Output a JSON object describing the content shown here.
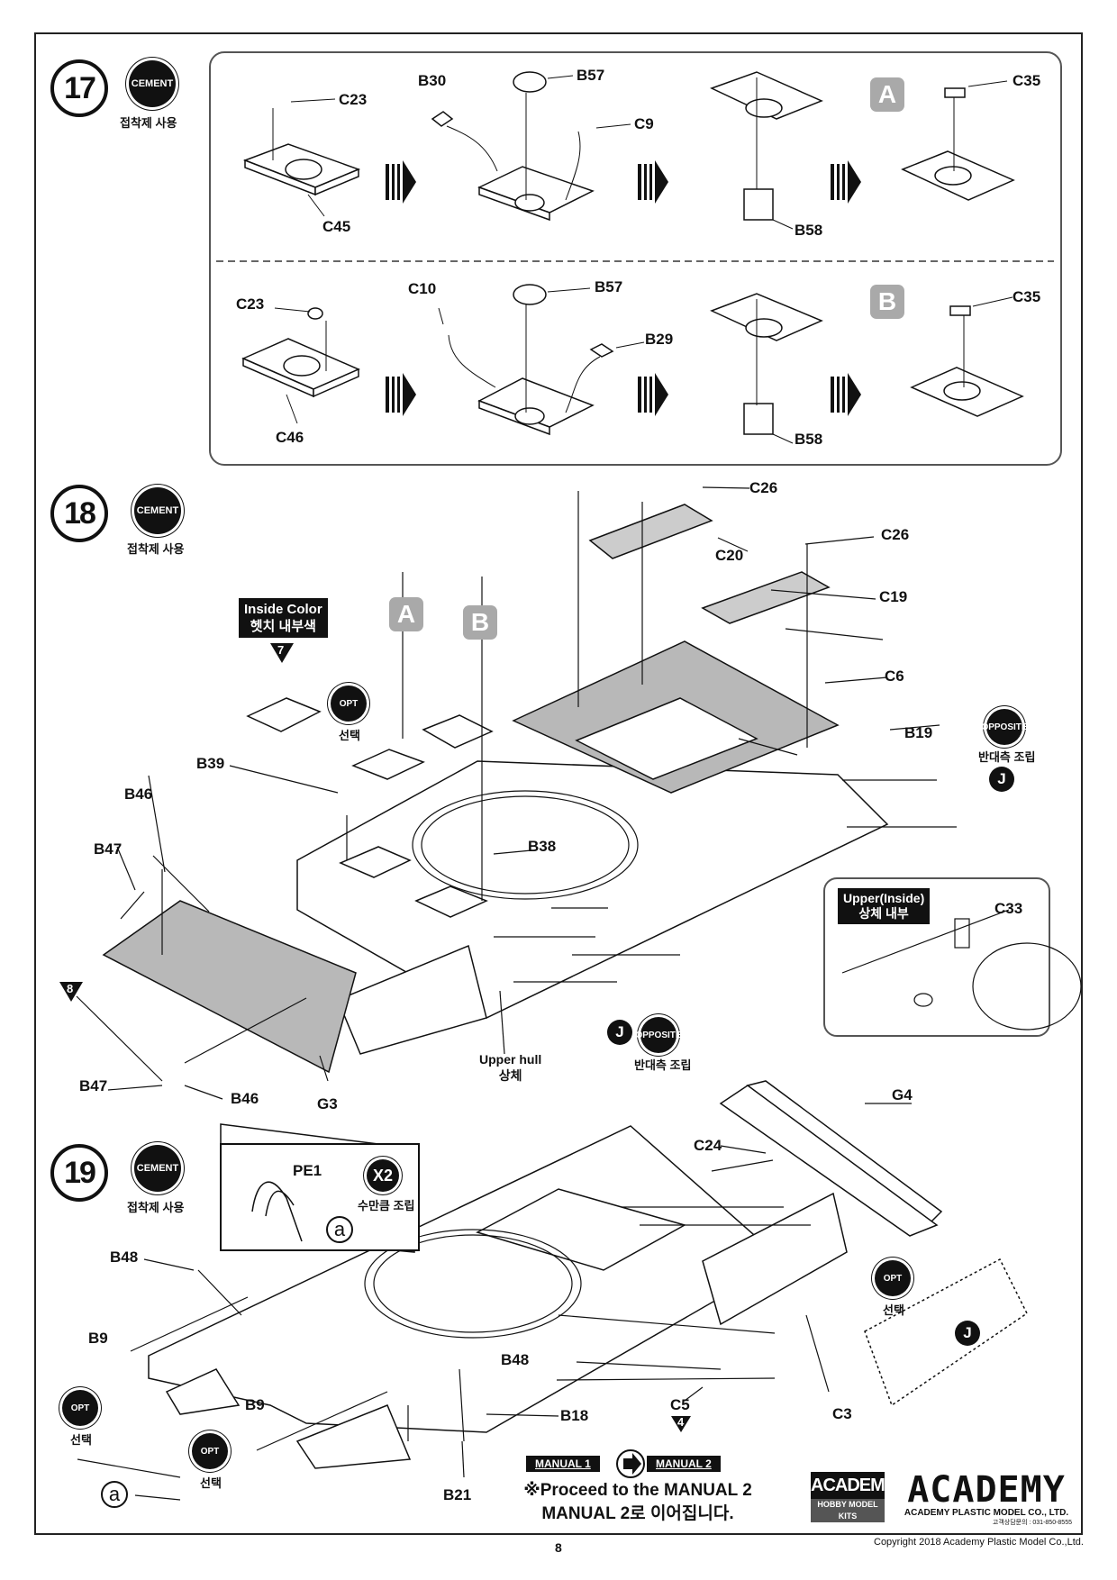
{
  "page": {
    "number": "8",
    "copyright": "Copyright 2018 Academy Plastic Model Co.,Ltd."
  },
  "common": {
    "cement": "CEMENT",
    "cement_kr": "접착제 사용",
    "opt": "OPT",
    "opt_kr": "선택",
    "opposite": "OPPOSITE",
    "opposite_kr": "반대측 조립",
    "j": "J"
  },
  "step17": {
    "number": "17",
    "variant_a": "A",
    "variant_b": "B",
    "row_a": {
      "c23": "C23",
      "c45": "C45",
      "b30": "B30",
      "b57": "B57",
      "c9": "C9",
      "b58": "B58",
      "c35": "C35"
    },
    "row_b": {
      "c23": "C23",
      "c46": "C46",
      "c10": "C10",
      "b57": "B57",
      "b29": "B29",
      "b58": "B58",
      "c35": "C35"
    }
  },
  "step18": {
    "number": "18",
    "inside_color": "Inside Color",
    "inside_color_kr": "헷치 내부색",
    "color_7": "7",
    "color_8": "8",
    "variant_a": "A",
    "variant_b": "B",
    "labels": {
      "c26a": "C26",
      "c20": "C20",
      "c26b": "C26",
      "c19": "C19",
      "c6": "C6",
      "b19": "B19",
      "b39": "B39",
      "b46a": "B46",
      "b47a": "B47",
      "b38": "B38",
      "b47b": "B47",
      "b46b": "B46",
      "g3": "G3",
      "upper_hull": "Upper hull",
      "upper_hull_kr": "상체",
      "c33": "C33"
    },
    "inset_title": "Upper(Inside)",
    "inset_title_kr": "상체 내부"
  },
  "step19": {
    "number": "19",
    "inset": {
      "pe1": "PE1",
      "x2": "X2",
      "x2_kr": "수만큼 조립",
      "a": "a"
    },
    "labels": {
      "g4": "G4",
      "c24": "C24",
      "b48a": "B48",
      "b9a": "B9",
      "b48b": "B48",
      "b9b": "B9",
      "b18": "B18",
      "c5": "C5",
      "c3": "C3",
      "b21": "B21",
      "color_4": "4",
      "a": "a"
    }
  },
  "footer": {
    "manual1": "MANUAL 1",
    "manual2": "MANUAL 2",
    "proceed_en": "※Proceed to the MANUAL 2",
    "proceed_kr": "MANUAL 2로 이어집니다.",
    "logo_academy": "ACADEMY",
    "logo_hobby": "HOBBY MODEL KITS",
    "logo_big": "ACADEMY",
    "logo_company": "ACADEMY PLASTIC MODEL CO., LTD.",
    "logo_service": "고객상담문의 : 031-850-8555"
  }
}
